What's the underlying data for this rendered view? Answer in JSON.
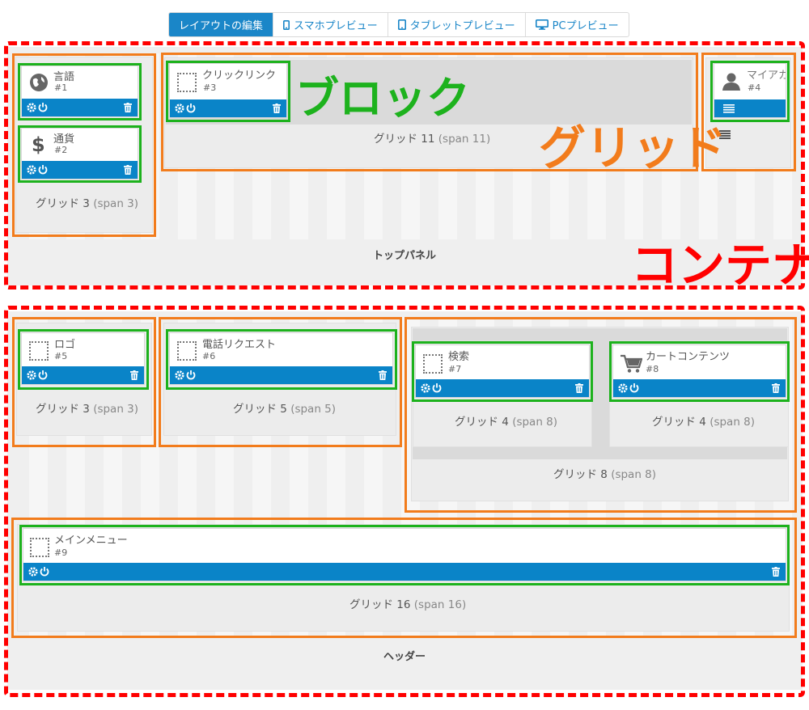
{
  "tabs": [
    {
      "label": "レイアウトの編集",
      "icon": "",
      "active": true
    },
    {
      "label": "スマホプレビュー",
      "icon": "smartphone-icon",
      "active": false
    },
    {
      "label": "タブレットプレビュー",
      "icon": "tablet-icon",
      "active": false
    },
    {
      "label": "PCプレビュー",
      "icon": "desktop-icon",
      "active": false
    }
  ],
  "top_panel": {
    "label": "トップパネル",
    "grids": [
      {
        "label": "グリッド 3",
        "span": "(span 3)"
      },
      {
        "label": "グリッド 11",
        "span": "(span 11)"
      }
    ],
    "blocks": [
      {
        "name": "言語",
        "id": "#1",
        "icon": "globe-icon"
      },
      {
        "name": "通貨",
        "id": "#2",
        "icon": "dollar-icon"
      },
      {
        "name": "クリックリンク",
        "id": "#3",
        "icon": "placeholder-icon"
      },
      {
        "name": "マイアカ",
        "id": "#4",
        "icon": "user-icon"
      }
    ]
  },
  "header": {
    "label": "ヘッダー",
    "grids": [
      {
        "label": "グリッド 3",
        "span": "(span 3)"
      },
      {
        "label": "グリッド 5",
        "span": "(span 5)"
      },
      {
        "label": "グリッド 4",
        "span": "(span 8)"
      },
      {
        "label": "グリッド 4",
        "span": "(span 8)"
      },
      {
        "label": "グリッド 8",
        "span": "(span 8)"
      },
      {
        "label": "グリッド 16",
        "span": "(span 16)"
      }
    ],
    "blocks": [
      {
        "name": "ロゴ",
        "id": "#5",
        "icon": "placeholder-icon"
      },
      {
        "name": "電話リクエスト",
        "id": "#6",
        "icon": "placeholder-icon"
      },
      {
        "name": "検索",
        "id": "#7",
        "icon": "placeholder-icon"
      },
      {
        "name": "カートコンテンツ",
        "id": "#8",
        "icon": "cart-icon"
      },
      {
        "name": "メインメニュー",
        "id": "#9",
        "icon": "placeholder-icon"
      }
    ]
  },
  "annotations": {
    "block": "ブロック",
    "grid": "グリッド",
    "container": "コンテナ"
  },
  "colors": {
    "accent_blue": "#0a84c8",
    "block_outline": "#1db21d",
    "grid_outline": "#f27c1c",
    "container_outline": "#ff0000"
  }
}
